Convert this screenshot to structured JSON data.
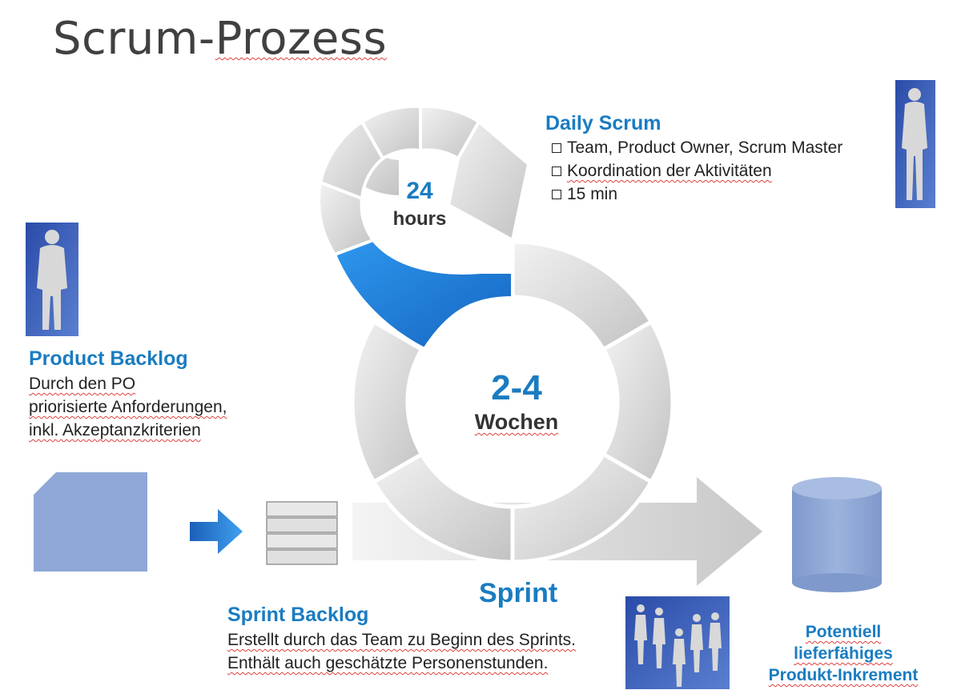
{
  "title": {
    "text_main": "Scrum-",
    "text_underlined": "Prozess"
  },
  "daily_scrum": {
    "heading": "Daily Scrum",
    "items": [
      "Team, Product Owner, Scrum Master",
      "Koordination der Aktivitäten",
      "15 min"
    ]
  },
  "daily_cycle": {
    "number": "24",
    "unit": "hours"
  },
  "sprint_cycle": {
    "number": "2-4",
    "unit": "Wochen"
  },
  "product_backlog": {
    "heading": "Product Backlog",
    "lines": [
      "Durch den PO",
      "priorisierte Anforderungen,",
      "inkl. Akzeptanzkriterien"
    ]
  },
  "sprint_label": "Sprint",
  "sprint_backlog": {
    "heading": "Sprint Backlog",
    "lines": [
      "Erstellt durch das Team zu Beginn des Sprints.",
      "Enthält auch geschätzte Personenstunden."
    ]
  },
  "increment": {
    "lines": [
      "Potentiell",
      "lieferfähiges",
      "Produkt-Inkrement"
    ]
  },
  "colors": {
    "accent_blue": "#1a7cc1",
    "highlight_segment": "#1e82dc",
    "ring_gray": "#d4d4d4",
    "photo_blue": "#2d4fa8",
    "shape_blue": "#8ba4d4"
  }
}
